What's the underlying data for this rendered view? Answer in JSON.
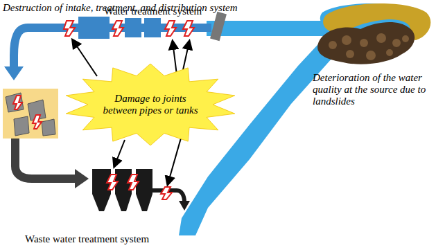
{
  "diagram": {
    "title": "Destruction of intake, treatment, and distribution system",
    "nodes": [
      {
        "text": [
          "Damage to joints between pipes or tanks"
        ]
      }
    ],
    "labels": [
      "Water treatment system",
      "Deterioration of the water quality at the source due to landslides",
      "Waste water treatment system"
    ]
  }
}
